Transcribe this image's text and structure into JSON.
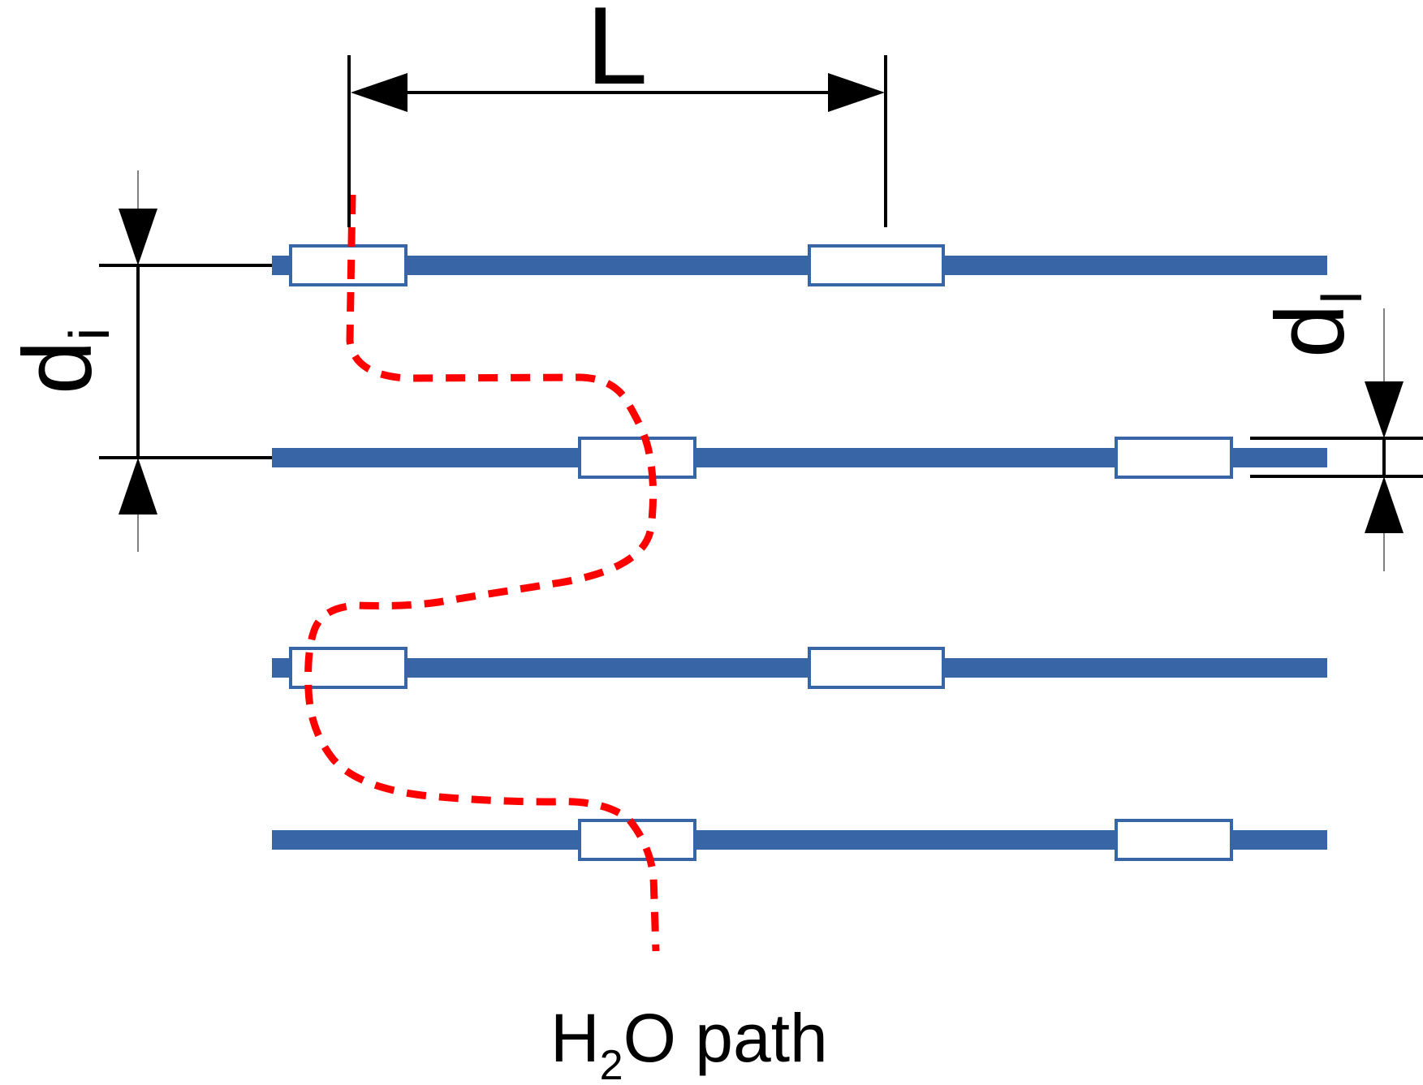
{
  "labels": {
    "length": "L",
    "interlayer_symbol": "d",
    "interlayer_subscript": "i",
    "layer_symbol": "d",
    "layer_subscript": "l",
    "path_main": "H",
    "path_subscript": "2",
    "path_rest": "O path"
  },
  "colors": {
    "sheet": "#3765A6",
    "path": "#FF0000",
    "dimension": "#000000",
    "gap": "#FFFFFF"
  },
  "sheets": [
    {
      "gaps": 2
    },
    {
      "gaps": 2
    },
    {
      "gaps": 2
    },
    {
      "gaps": 2
    }
  ]
}
